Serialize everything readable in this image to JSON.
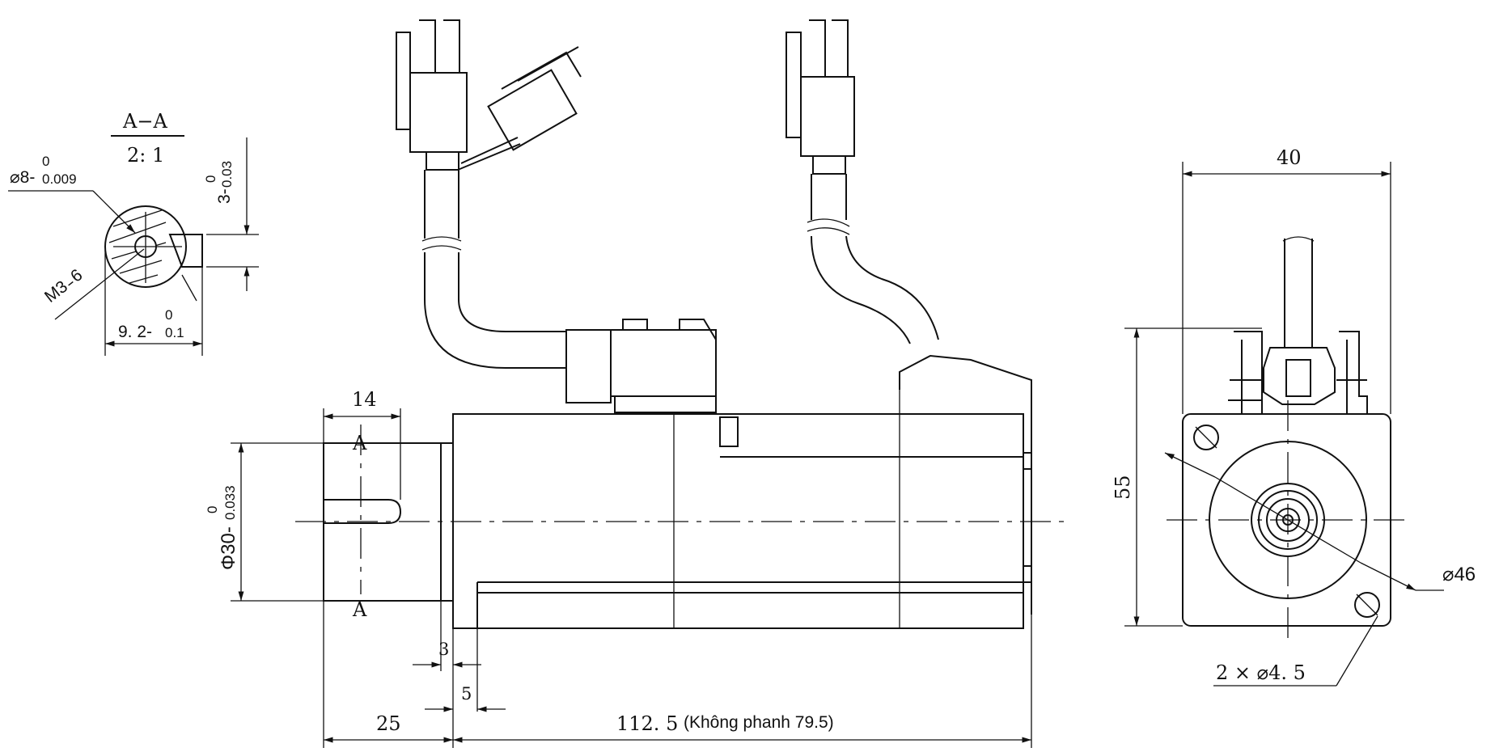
{
  "section": {
    "title": "A−A",
    "scale": "2: 1",
    "shaft_dia": "⌀8-",
    "shaft_dia_tol_upper": "0",
    "shaft_dia_tol_lower": "0.009",
    "thread": "M3 ̵ 6",
    "keyway_depth": "3-",
    "keyway_depth_tol_upper": "0",
    "keyway_depth_tol_lower": "0.03",
    "flat_width": "9. 2-",
    "flat_width_tol_upper": "0",
    "flat_width_tol_lower": "0.1"
  },
  "side_view": {
    "shaft_key_length": "14",
    "section_mark_top": "A",
    "section_mark_bottom": "A",
    "pilot_dia": "Φ30-",
    "pilot_dia_tol_upper": "0",
    "pilot_dia_tol_lower": "0.033",
    "flange_gap": "3",
    "flange_thickness": "5",
    "shaft_length": "25",
    "body_length": "112. 5",
    "body_length_note": "(Không phanh 79.5)"
  },
  "front_view": {
    "width": "40",
    "height": "55",
    "circle_dia": "⌀46",
    "holes": "2 × ⌀4. 5"
  }
}
